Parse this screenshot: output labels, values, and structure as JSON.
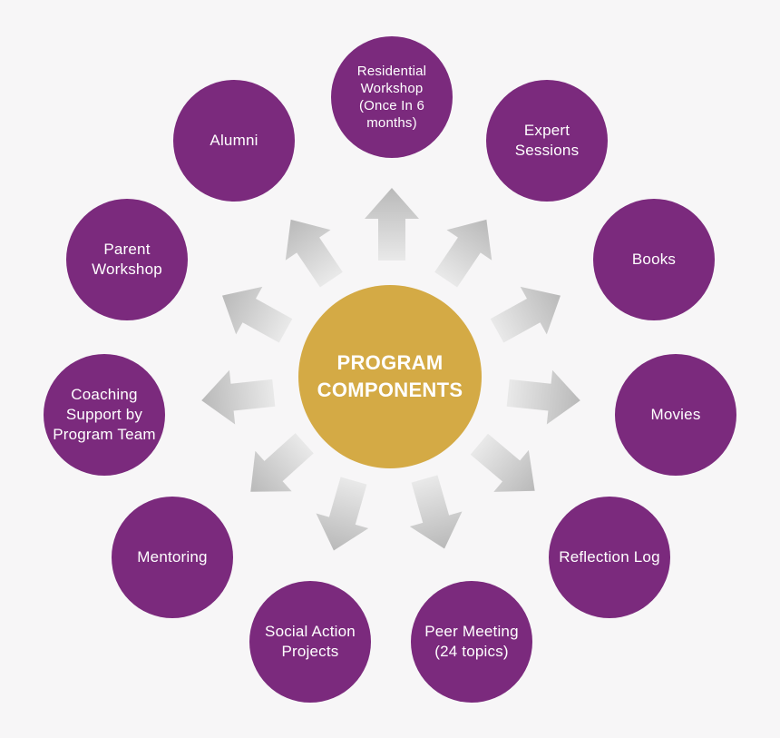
{
  "diagram": {
    "center": {
      "line1": "PROGRAM",
      "line2": "COMPONENTS"
    },
    "components": [
      {
        "id": "residential",
        "label": "Residential Workshop (Once In 6 months)"
      },
      {
        "id": "expert",
        "label": "Expert Sessions"
      },
      {
        "id": "books",
        "label": "Books"
      },
      {
        "id": "movies",
        "label": "Movies"
      },
      {
        "id": "reflection",
        "label": "Reflection Log"
      },
      {
        "id": "peer",
        "label": "Peer Meeting (24 topics)"
      },
      {
        "id": "social",
        "label": "Social Action Projects"
      },
      {
        "id": "mentoring",
        "label": "Mentoring"
      },
      {
        "id": "coaching",
        "label": "Coaching Support by Program Team"
      },
      {
        "id": "parent",
        "label": "Parent Workshop"
      },
      {
        "id": "alumni",
        "label": "Alumni"
      }
    ]
  },
  "colors": {
    "spoke_fill": "#7b2a7d",
    "hub_fill": "#d4aa45",
    "arrow_fill": "#c4c4c4",
    "background": "#f7f6f7"
  }
}
